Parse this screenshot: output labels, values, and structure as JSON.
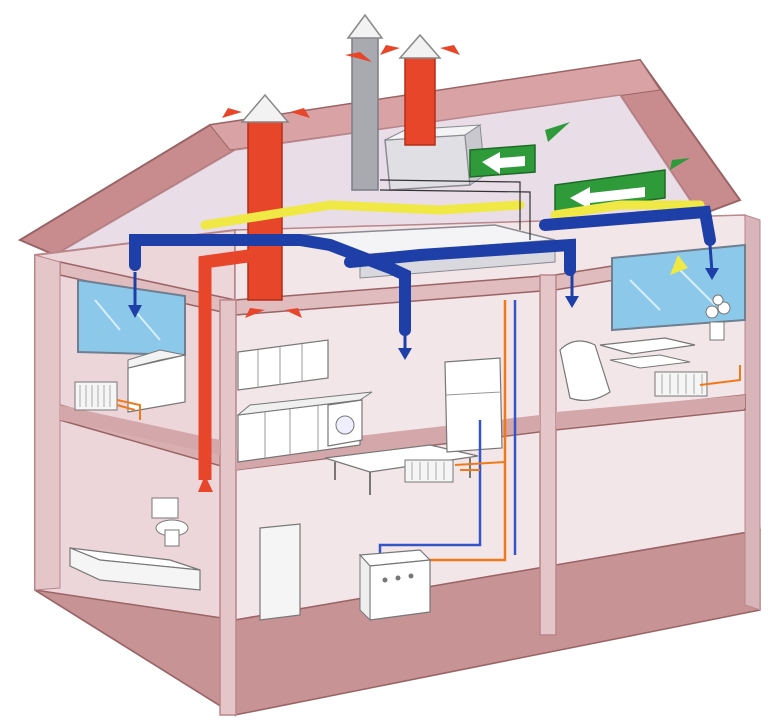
{
  "diagram": {
    "subject": "house-ventilation-and-heating-cutaway",
    "floors": [
      "attic",
      "upper-floor",
      "ground-floor"
    ],
    "rooms": [
      {
        "name": "attic",
        "items": [
          "ventilation-unit",
          "fresh-air-intake",
          "exhaust-stacks"
        ]
      },
      {
        "name": "upper-left-bedroom",
        "items": [
          "bed",
          "window",
          "radiator",
          "supply-vent"
        ]
      },
      {
        "name": "upper-kitchen",
        "items": [
          "wall-cabinets",
          "stove",
          "cabinets",
          "table",
          "radiator"
        ]
      },
      {
        "name": "upper-hall",
        "items": [
          "fridge",
          "supply-vent"
        ]
      },
      {
        "name": "upper-right-lounge",
        "items": [
          "sofa",
          "armchair",
          "coffee-table",
          "window",
          "plant",
          "radiator"
        ]
      },
      {
        "name": "ground-bathroom",
        "items": [
          "bathtub",
          "toilet",
          "sink"
        ]
      },
      {
        "name": "ground-hall",
        "items": [
          "door"
        ]
      },
      {
        "name": "ground-utility",
        "items": [
          "boiler"
        ]
      }
    ],
    "ducts": [
      {
        "kind": "supply",
        "color": "#1e3fa8"
      },
      {
        "kind": "extract",
        "color": "#f0e845"
      },
      {
        "kind": "exhaust",
        "color": "#e8462a"
      },
      {
        "kind": "fresh-air",
        "color": "#2e9a3a"
      }
    ],
    "pipes": [
      {
        "kind": "heating-flow",
        "color": "#f07a1a"
      },
      {
        "kind": "heating-return",
        "color": "#3455c8"
      }
    ]
  },
  "colors": {
    "wall": "#ead3d6",
    "wall_edge": "#b9868c",
    "roof": "#c98c8e",
    "floor": "#d8aeb0",
    "ground": "#c79394",
    "supply": "#1e3fa8",
    "extract": "#f0e845",
    "exhaust": "#e8462a",
    "fresh": "#2e9a3a",
    "window": "#8cc8ea"
  }
}
